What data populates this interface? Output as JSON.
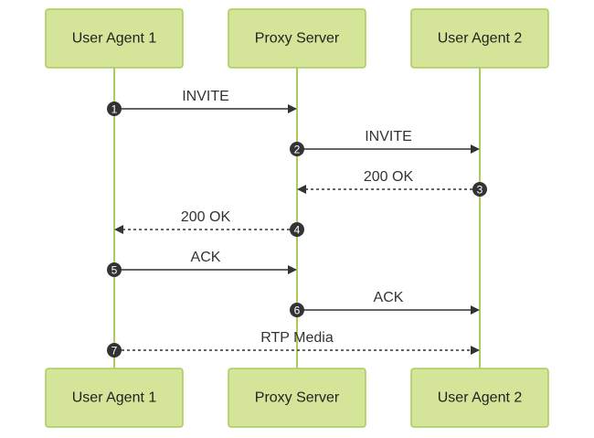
{
  "actors": [
    {
      "id": "ua1",
      "label": "User Agent 1"
    },
    {
      "id": "proxy",
      "label": "Proxy Server"
    },
    {
      "id": "ua2",
      "label": "User Agent 2"
    }
  ],
  "messages": [
    {
      "seq": "1",
      "from": "ua1",
      "to": "proxy",
      "label": "INVITE",
      "style": "solid"
    },
    {
      "seq": "2",
      "from": "proxy",
      "to": "ua2",
      "label": "INVITE",
      "style": "solid"
    },
    {
      "seq": "3",
      "from": "ua2",
      "to": "proxy",
      "label": "200 OK",
      "style": "dashed"
    },
    {
      "seq": "4",
      "from": "proxy",
      "to": "ua1",
      "label": "200 OK",
      "style": "dashed"
    },
    {
      "seq": "5",
      "from": "ua1",
      "to": "proxy",
      "label": "ACK",
      "style": "solid"
    },
    {
      "seq": "6",
      "from": "proxy",
      "to": "ua2",
      "label": "ACK",
      "style": "solid"
    },
    {
      "seq": "7",
      "from": "ua1",
      "to": "ua2",
      "label": "RTP Media",
      "style": "dashed"
    }
  ],
  "colors": {
    "actor_fill": "#d4e59a",
    "actor_stroke": "#a9cc5a",
    "lifeline": "#a9cc5a",
    "message": "#333333"
  }
}
